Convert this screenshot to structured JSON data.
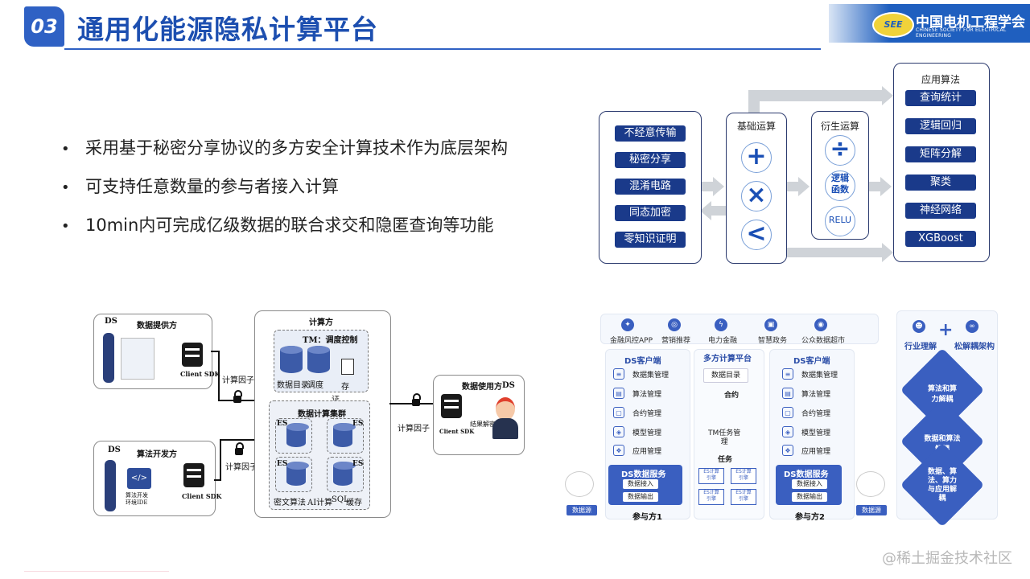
{
  "header": {
    "section_num": "03",
    "title": "通用化能源隐私计算平台",
    "logo_mark": "SEE",
    "logo_cn": "中国电机工程学会",
    "logo_en": "CHINESE SOCIETY FOR ELECTRICAL ENGINEERING"
  },
  "bullets": [
    "采用基于秘密分享协议的多方安全计算技术作为底层架构",
    "可支持任意数量的参与者接入计算",
    "10min内可完成亿级数据的联合求交和隐匿查询等功能"
  ],
  "arch": {
    "base_protocols": [
      "不经意传输",
      "秘密分享",
      "混淆电路",
      "同态加密",
      "零知识证明"
    ],
    "basic_ops_title": "基础运算",
    "basic_ops": [
      "+",
      "×",
      "<"
    ],
    "derived_title": "衍生运算",
    "derived_ops": [
      "÷",
      "逻辑\n函数",
      "RELU"
    ],
    "apps_title": "应用算法",
    "apps": [
      "查询统计",
      "逻辑回归",
      "矩阵分解",
      "聚类",
      "神经网络",
      "XGBoost"
    ]
  },
  "flow": {
    "provider_ds": "DS",
    "provider_title": "数据提供方",
    "client_sdk": "Client SDK",
    "dev_ds": "DS",
    "dev_title": "算法开发方",
    "dev_ide": "算法开发\n环境IDE",
    "factor1": "计算因子",
    "factor2": "计算因子",
    "compute_title": "计算方",
    "tm_title": "TM：调度控制",
    "tm_items": [
      "数据目录",
      "调度",
      "存"
    ],
    "cluster_title": "数据计算集群",
    "es": [
      "ES",
      "ES",
      "ES",
      "ES"
    ],
    "cluster_items": [
      "密文算法",
      "AI计算",
      "SQL",
      "缓存"
    ],
    "zheng": "证",
    "user_title": "数据使用方",
    "user_ds": "DS",
    "user_sdk": "Client SDK",
    "decrypt": "结果解密",
    "factor3": "计算因子"
  },
  "platform": {
    "apps": [
      "金融风控APP",
      "营销推荐",
      "电力金融",
      "智慧政务",
      "公众数据超市"
    ],
    "ds_client": "DS客户端",
    "mpc_title": "多方计算平台",
    "left_items": [
      "数据集管理",
      "算法管理",
      "合约管理",
      "模型管理",
      "应用管理"
    ],
    "right_items": [
      "数据集管理",
      "算法管理",
      "合约管理",
      "模型管理",
      "应用管理"
    ],
    "catalog": "数据目录",
    "contract": "合约",
    "tm_task": "TM任务管\n理",
    "task": "任务",
    "es_engines": [
      "ES计算\n引擎",
      "ES计算\n引擎",
      "ES计算\n引擎",
      "ES计算\n引擎"
    ],
    "ds_service": "DS数据服务",
    "ds_buttons": [
      "数据接入",
      "数据输出"
    ],
    "party1": "参与方1",
    "party2": "参与方2",
    "datasource": "数据源"
  },
  "decoupling": {
    "top_left": "行业理解",
    "top_right": "松解耦架构",
    "diamonds": [
      "算法和算\n力解耦",
      "数据和算法\n解耦",
      "数据、算\n法、算力\n与应用解\n耦"
    ]
  },
  "watermark": "@稀土掘金技术社区",
  "colors": {
    "brand_blue": "#2f61c4",
    "navy": "#1a3a8a",
    "panel_blue": "#3a5fc0"
  }
}
